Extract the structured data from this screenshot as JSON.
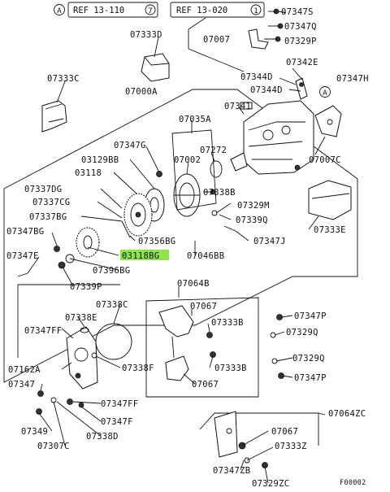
{
  "refs": {
    "ref_a": {
      "marker": "A",
      "text": "REF 13-110",
      "suffix": "7"
    },
    "ref_b": {
      "text": "REF 13-020",
      "suffix": "1"
    },
    "marker_a": "A"
  },
  "labels": {
    "l07347s": "07347S",
    "l07347q": "07347Q",
    "l07007": "07007",
    "l07329p": "07329P",
    "l07333d": "07333D",
    "l07342e": "07342E",
    "l07344d": "07344D",
    "l07347h": "07347H",
    "l07333c": "07333C",
    "l07000a": "07000A",
    "l07344d2": "07344D",
    "l07341": "07341",
    "l07035a": "07035A",
    "l07347g": "07347G",
    "l07272": "07272",
    "l03129bb": "03129BB",
    "l07002": "07002",
    "l07007c": "07007C",
    "l03118": "03118",
    "l07337dg": "07337DG",
    "l07338b": "07338B",
    "l07337cg": "07337CG",
    "l07329m": "07329M",
    "l07337bg": "07337BG",
    "l07339q": "07339Q",
    "l07333e": "07333E",
    "l07347bg": "07347BG",
    "l07356bg": "07356BG",
    "l07347j": "07347J",
    "l07347e": "07347E",
    "l03118bg": "03118BG",
    "l07046bb": "07046BB",
    "l07396bg": "07396BG",
    "l07339p": "07339P",
    "l07064b": "07064B",
    "l07338c": "07338C",
    "l07067a": "07067",
    "l07347p_a": "07347P",
    "l07338e": "07338E",
    "l07333b_a": "07333B",
    "l07347ff": "07347FF",
    "l07329q": "07329Q",
    "l07162a": "07162A",
    "l07338f": "07338F",
    "l07329q2": "07329Q",
    "l07333b_b": "07333B",
    "l07347": "07347",
    "l07067b": "07067",
    "l07347p_b": "07347P",
    "l07347ff2": "07347FF",
    "l07347f": "07347F",
    "l07064zc": "07064ZC",
    "l07349": "07349",
    "l07338d": "07338D",
    "l07067c": "07067",
    "l07307c": "07307C",
    "l07333z": "07333Z",
    "l07347zb": "07347ZB",
    "l07329zc": "07329ZC",
    "code": "F00002"
  },
  "highlight_color": "#8ee54a"
}
